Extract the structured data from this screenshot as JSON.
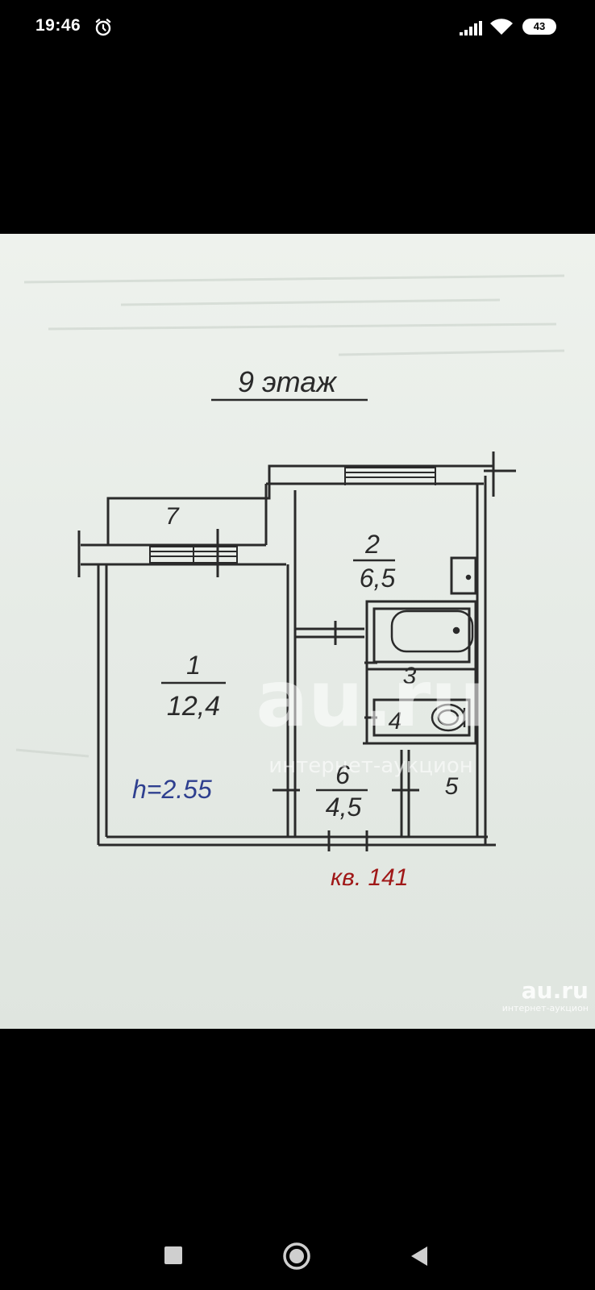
{
  "status_bar": {
    "time": "19:46",
    "battery_level": "43",
    "icons": [
      "alarm-icon",
      "signal-icon",
      "wifi-icon",
      "battery-icon"
    ]
  },
  "floor_plan": {
    "floor_title": "9 этаж",
    "ceiling_height": "h=2.55",
    "apartment_label": "кв. 141",
    "rooms": [
      {
        "number": "1",
        "area": "12,4"
      },
      {
        "number": "2",
        "area": "6,5"
      },
      {
        "number": "3",
        "area": ""
      },
      {
        "number": "4",
        "area": ""
      },
      {
        "number": "5",
        "area": ""
      },
      {
        "number": "6",
        "area": "4,5"
      },
      {
        "number": "7",
        "area": ""
      }
    ],
    "watermark_center": {
      "brand": "au.ru",
      "tagline": "интернет-аукцион"
    },
    "watermark_corner": {
      "brand": "au.ru",
      "tagline": "интернет-аукцион"
    },
    "colors": {
      "ink": "#2a2a2a",
      "height_ink": "#2e3f8f",
      "apartment_ink": "#a01818",
      "paper": "#e8ece7"
    }
  },
  "nav_bar": {
    "buttons": [
      "recents-button",
      "home-button",
      "back-button"
    ]
  }
}
